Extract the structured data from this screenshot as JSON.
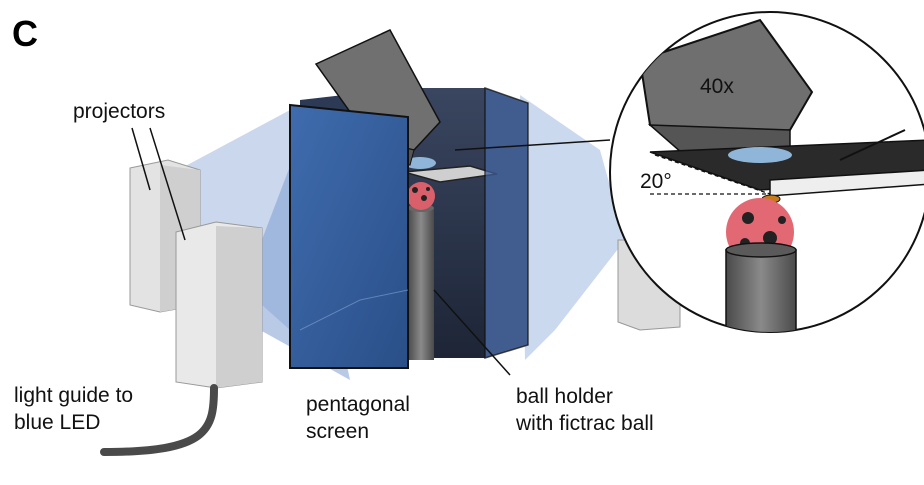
{
  "figure": {
    "panel_label": "C",
    "labels": {
      "projectors": "projectors",
      "light_guide_line1": "light guide to",
      "light_guide_line2": "blue LED",
      "screen_line1": "pentagonal",
      "screen_line2": "screen",
      "ball_line1": "ball holder",
      "ball_line2": "with fictrac ball",
      "objective": "40x",
      "angle": "20°"
    }
  }
}
